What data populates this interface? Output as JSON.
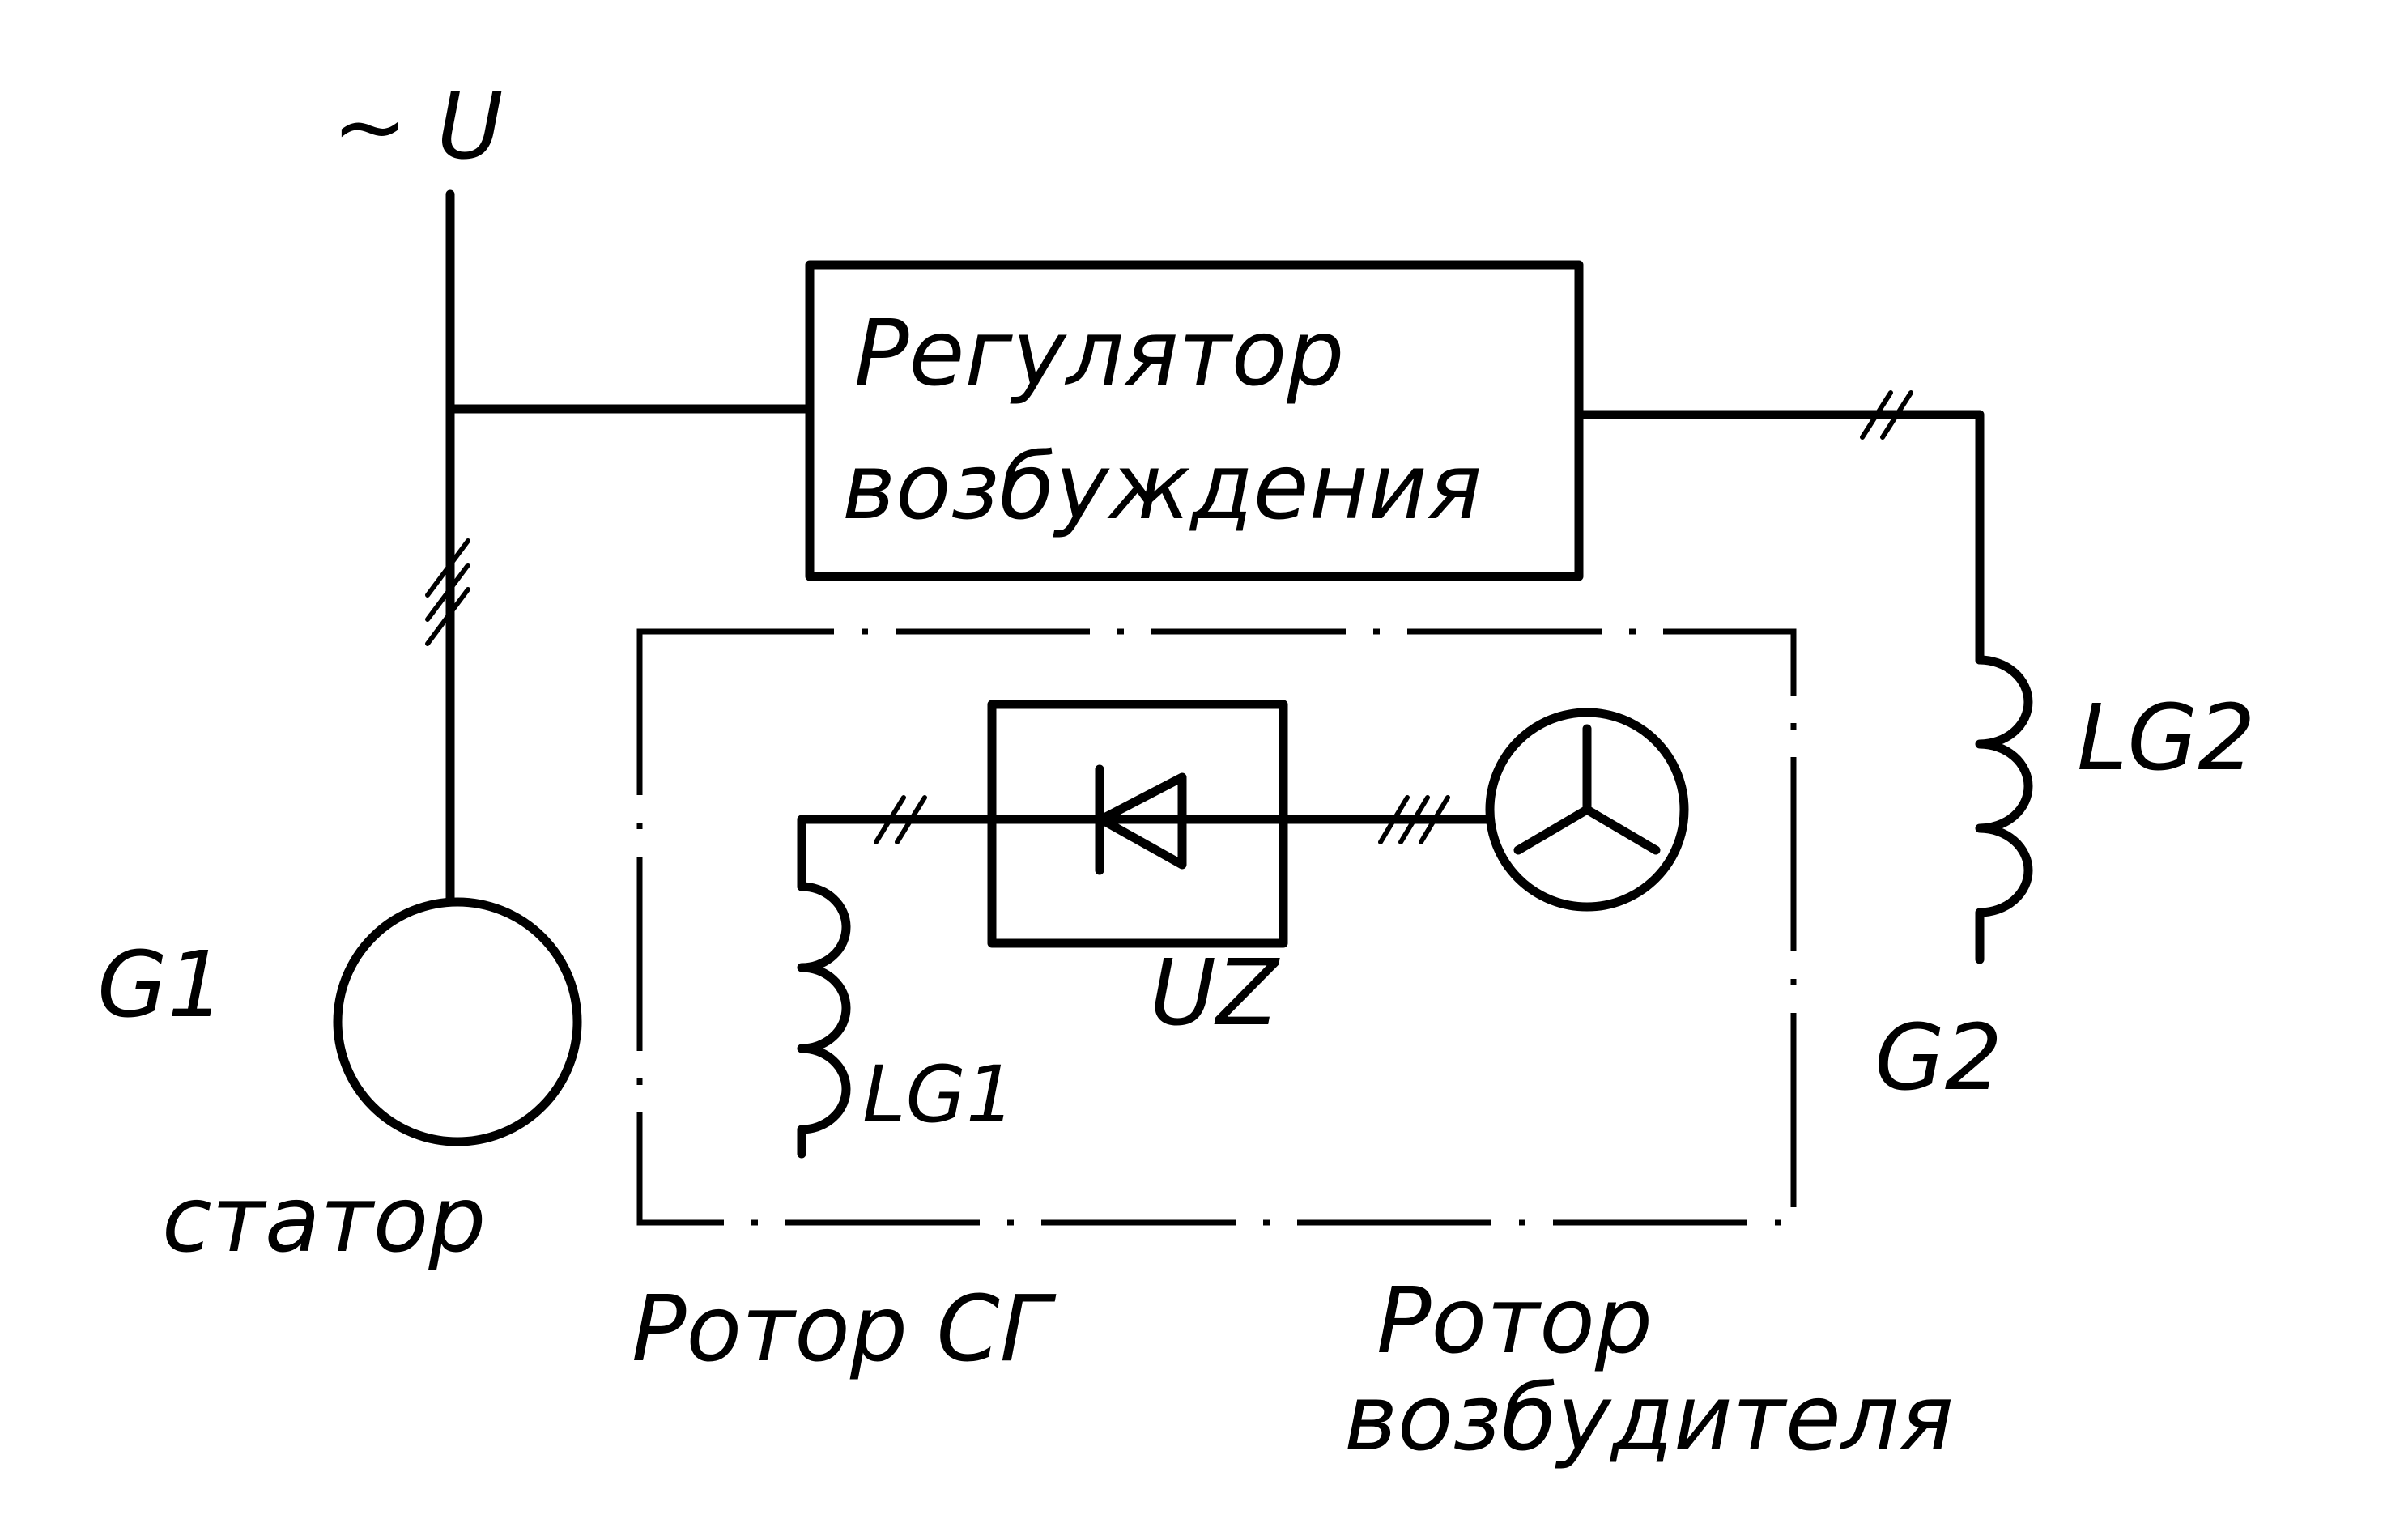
{
  "labels": {
    "supply": "~ U",
    "regulator_line1": "Регулятор",
    "regulator_line2": "возбуждения",
    "lg2": "LG2",
    "g1": "G1",
    "g2": "G2",
    "lg1": "LG1",
    "uz": "UZ",
    "stator": "статор",
    "rotor_sg": "Ротор СГ",
    "rotor_exciter_line1": "Ротор",
    "rotor_exciter_line2": "возбудителя"
  }
}
